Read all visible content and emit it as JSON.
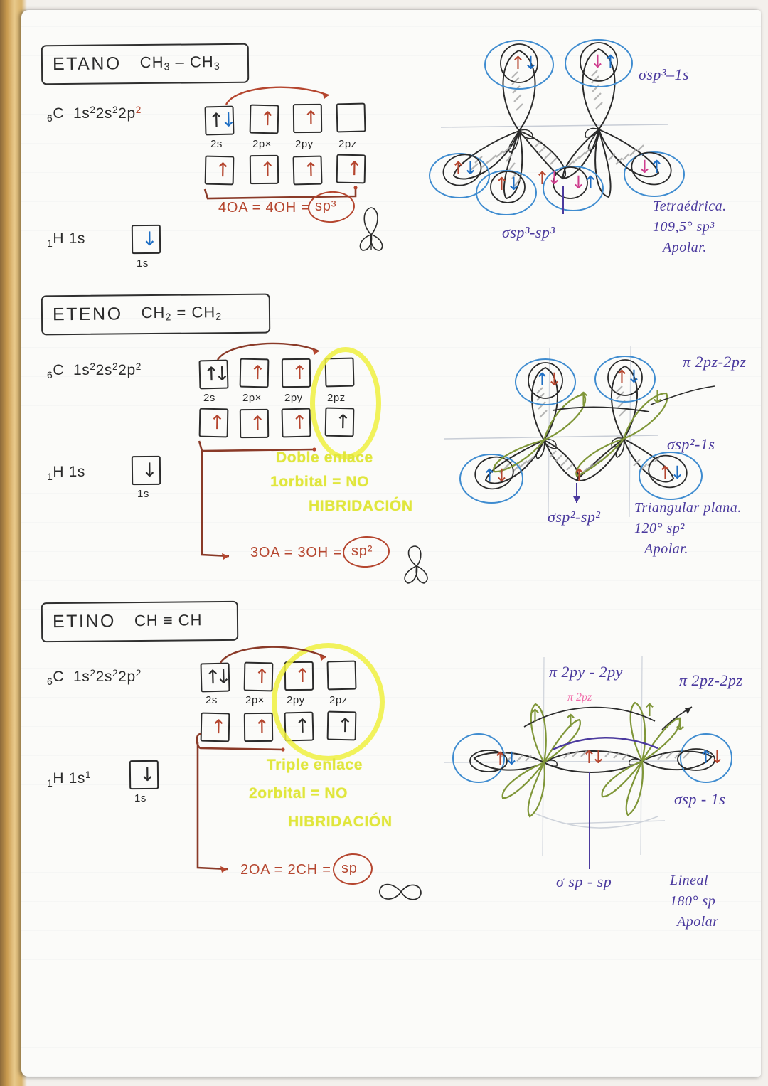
{
  "page": {
    "title": "Hibridación del carbono - apuntes manuscritos",
    "background_color": "#fbfbf9",
    "desk_color": "#c99a4e"
  },
  "sections": [
    {
      "id": "etano",
      "title": "ETANO",
      "formula_parts": [
        "CH",
        "3",
        " – CH",
        "3"
      ],
      "formula_plain": "CH3 - CH3",
      "carbon_config": "₆C  1s² 2s² 2p²",
      "carbon_label_sub": "6",
      "carbon_symbol": "C",
      "carbon_orbitals": "1s²2s²2p²",
      "hydrogen_config": "₁H 1s",
      "hydrogen_label_sub": "1",
      "hydrogen_symbol": "H",
      "hydrogen_orbital": "1s",
      "hydrogen_box_label": "1s",
      "box_labels": [
        "2s",
        "2p×",
        "2py",
        "2pz"
      ],
      "ground_row": [
        "up-down",
        "up",
        "up",
        "empty"
      ],
      "excited_row": [
        "up",
        "up",
        "up",
        "up"
      ],
      "promotion_note": "4OA = 4OH =",
      "hybrid_result": "sp³",
      "highlight_text": null,
      "diagram": {
        "sigma_top_label": "σsp³–1s",
        "sigma_bottom_label": "σsp³-sp³",
        "geometry_lines": [
          "Tetraédrica.",
          "109,5° sp³",
          "Apolar."
        ]
      }
    },
    {
      "id": "eteno",
      "title": "ETENO",
      "formula_parts": [
        "CH",
        "2",
        " = CH",
        "2"
      ],
      "formula_plain": "CH2 = CH2",
      "carbon_config": "₆C  1s² 2s² 2p²",
      "carbon_label_sub": "6",
      "carbon_symbol": "C",
      "carbon_orbitals": "1s²2s²2p²",
      "hydrogen_config": "₁H 1s",
      "hydrogen_label_sub": "1",
      "hydrogen_symbol": "H",
      "hydrogen_orbital": "1s",
      "hydrogen_box_label": "1s",
      "box_labels": [
        "2s",
        "2p×",
        "2py",
        "2pz"
      ],
      "ground_row": [
        "up-down",
        "up",
        "up",
        "empty"
      ],
      "excited_row": [
        "up",
        "up",
        "up",
        "up"
      ],
      "promotion_note": "3OA = 3OH =",
      "hybrid_result": "sp²",
      "highlight_text": [
        "Doble enlace",
        "1orbital = NO",
        "HIBRIDACIÓN"
      ],
      "diagram": {
        "pi_label": "π 2pz-2pz",
        "sigma_right_label": "σsp²-1s",
        "sigma_bottom_label": "σsp²-sp²",
        "geometry_lines": [
          "Triangular plana.",
          "120°  sp²",
          "Apolar."
        ]
      }
    },
    {
      "id": "etino",
      "title": "ETINO",
      "formula_parts": [
        "CH",
        "",
        " ≡ CH",
        ""
      ],
      "formula_plain": "CH ≡ CH",
      "carbon_config": "₆C  1s² 2s² 2p²",
      "carbon_label_sub": "6",
      "carbon_symbol": "C",
      "carbon_orbitals": "1s²2s²2p²",
      "hydrogen_config": "₁H 1s¹",
      "hydrogen_label_sub": "1",
      "hydrogen_symbol": "H",
      "hydrogen_orbital": "1s¹",
      "hydrogen_box_label": "1s",
      "box_labels": [
        "2s",
        "2p×",
        "2py",
        "2pz"
      ],
      "ground_row": [
        "up-down",
        "up",
        "up",
        "empty"
      ],
      "excited_row": [
        "up",
        "up",
        "up",
        "up"
      ],
      "promotion_note": "2OA = 2CH =",
      "hybrid_result": "sp",
      "highlight_text": [
        "Triple enlace",
        "2orbital = NO",
        "HIBRIDACIÓN"
      ],
      "diagram": {
        "pi_label_y": "π 2py - 2py",
        "pi_label_z": "π 2pz-2pz",
        "pi_pink_label": "π 2pz",
        "sigma_right_label": "σsp - 1s",
        "sigma_bottom_label": "σ sp - sp",
        "geometry_lines": [
          "Lineal",
          "180° sp",
          "Apolar"
        ]
      }
    }
  ],
  "colors": {
    "black_pen": "#2b2b2b",
    "red_pen": "#b5462f",
    "blue_pen": "#1f6fc4",
    "violet_pen": "#4b3a9e",
    "magenta_pen": "#cf3f8f",
    "green_pen": "#7f9638",
    "highlighter": "#e3e83a"
  }
}
